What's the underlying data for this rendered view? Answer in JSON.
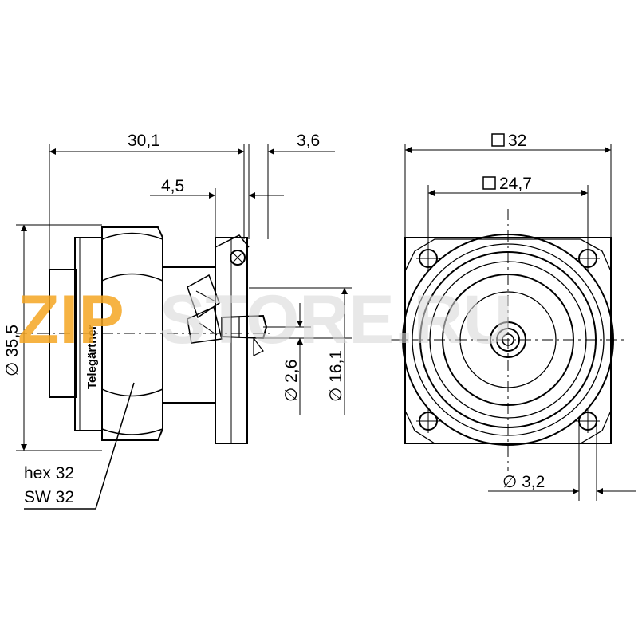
{
  "dimensions": {
    "length_30_1": "30,1",
    "length_3_6": "3,6",
    "length_4_5": "4,5",
    "diameter_35_5": "∅ 35,5",
    "diameter_2_6": "∅ 2,6",
    "diameter_16_1": "∅ 16,1",
    "square_32": "32",
    "square_24_7": "24,7",
    "diameter_3_2": "∅ 3,2"
  },
  "callout": {
    "line1": "hex 32",
    "line2": "SW 32"
  },
  "brand_text": "Telegärtner",
  "watermark": {
    "part1": "ZIP",
    "part2": "STORE.RU",
    "color1": "#f5a623",
    "color2": "#d9d9d9"
  }
}
